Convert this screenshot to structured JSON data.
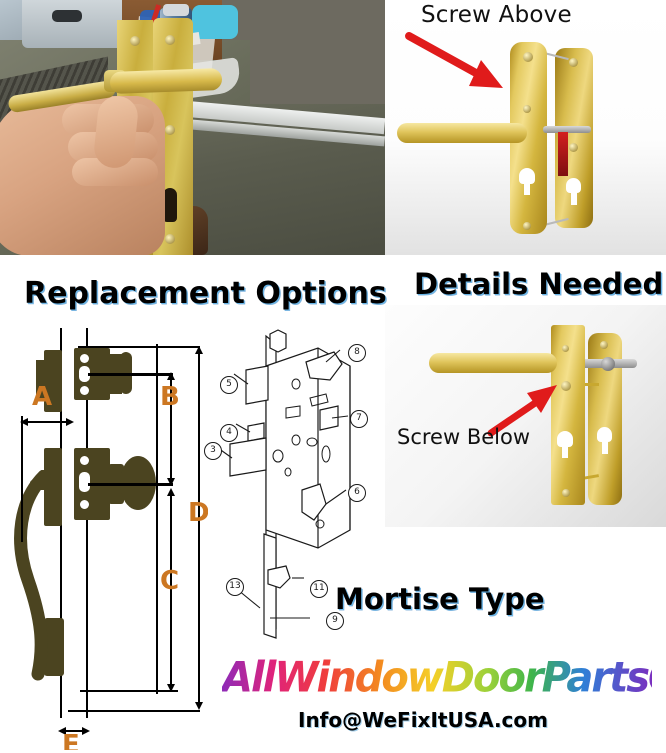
{
  "headings": {
    "replacement_options": "Replacement Options",
    "details_needed": "Details Needed",
    "mortise_type": "Mortise Type"
  },
  "annotations": {
    "screw_above": "Screw Above",
    "screw_below": "Screw Below",
    "arrow_color": "#e01b1b"
  },
  "dimension_diagram": {
    "letters": [
      "A",
      "B",
      "C",
      "D",
      "E"
    ],
    "letter_color": "#cc7722",
    "hardware_color": "#4b4420"
  },
  "mortise_diagram": {
    "callouts": [
      "3",
      "4",
      "5",
      "6",
      "7",
      "8",
      "9",
      "11",
      "13"
    ]
  },
  "brand": {
    "logo_text": "AllWindowDoorPartsGroup",
    "email": "Info@WeFixItUSA.com"
  },
  "panels": {
    "photo_hand_label": "hand holding two door handle plates",
    "photo_screw_above_label": "gold lever handle set, screw above handle",
    "photo_screw_below_label": "gold lever handle set, screw below handle"
  }
}
